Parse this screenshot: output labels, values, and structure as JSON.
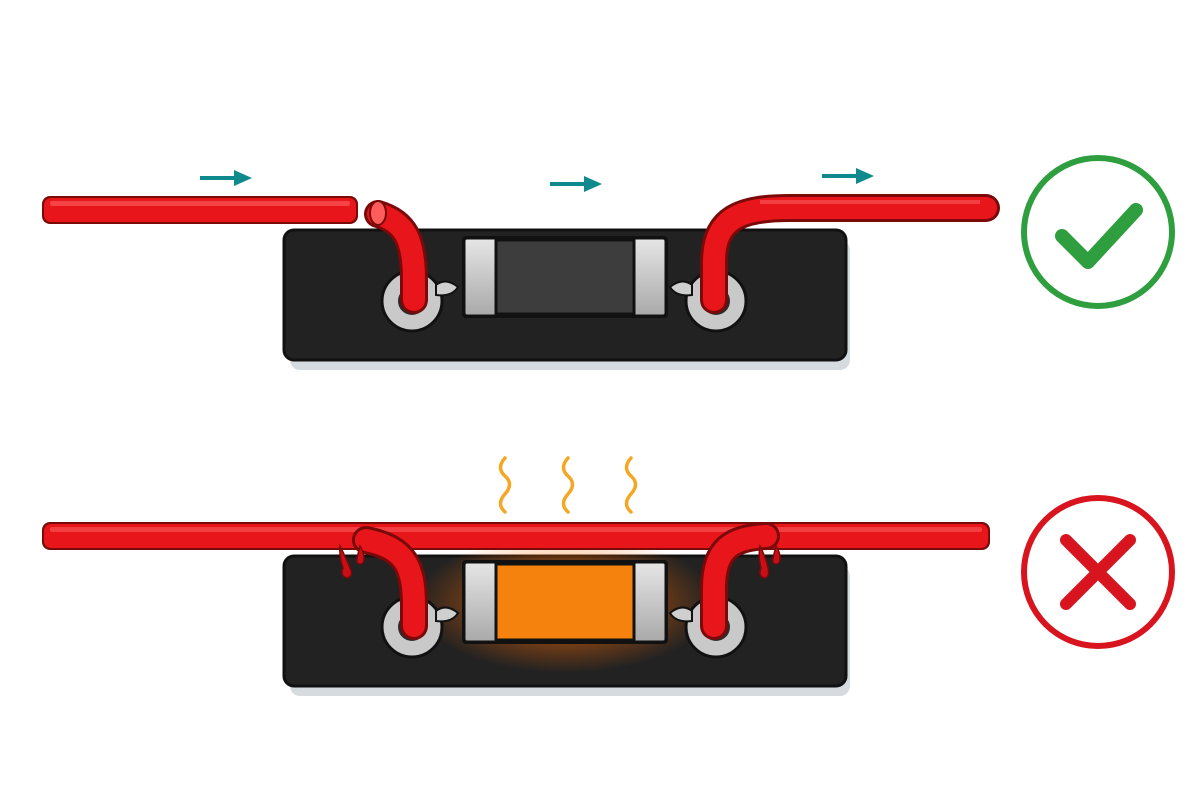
{
  "panels": [
    {
      "id": "correct",
      "verdict_icon": "check-icon",
      "verdict_color": "#2e9e3e",
      "component_color": "#3d3d3d",
      "heat": false,
      "bridged": false,
      "current_arrows": 3
    },
    {
      "id": "incorrect",
      "verdict_icon": "cross-icon",
      "verdict_color": "#d8141e",
      "component_color": "#f5820d",
      "heat": true,
      "bridged": true,
      "heat_wave_count": 3
    }
  ],
  "colors": {
    "wire": "#e8151b",
    "wire_outline": "#7a0a0a",
    "board": "#222222",
    "pad": "#c9c9c9",
    "arrow": "#0e8a8f",
    "heat": "#f5a623"
  }
}
